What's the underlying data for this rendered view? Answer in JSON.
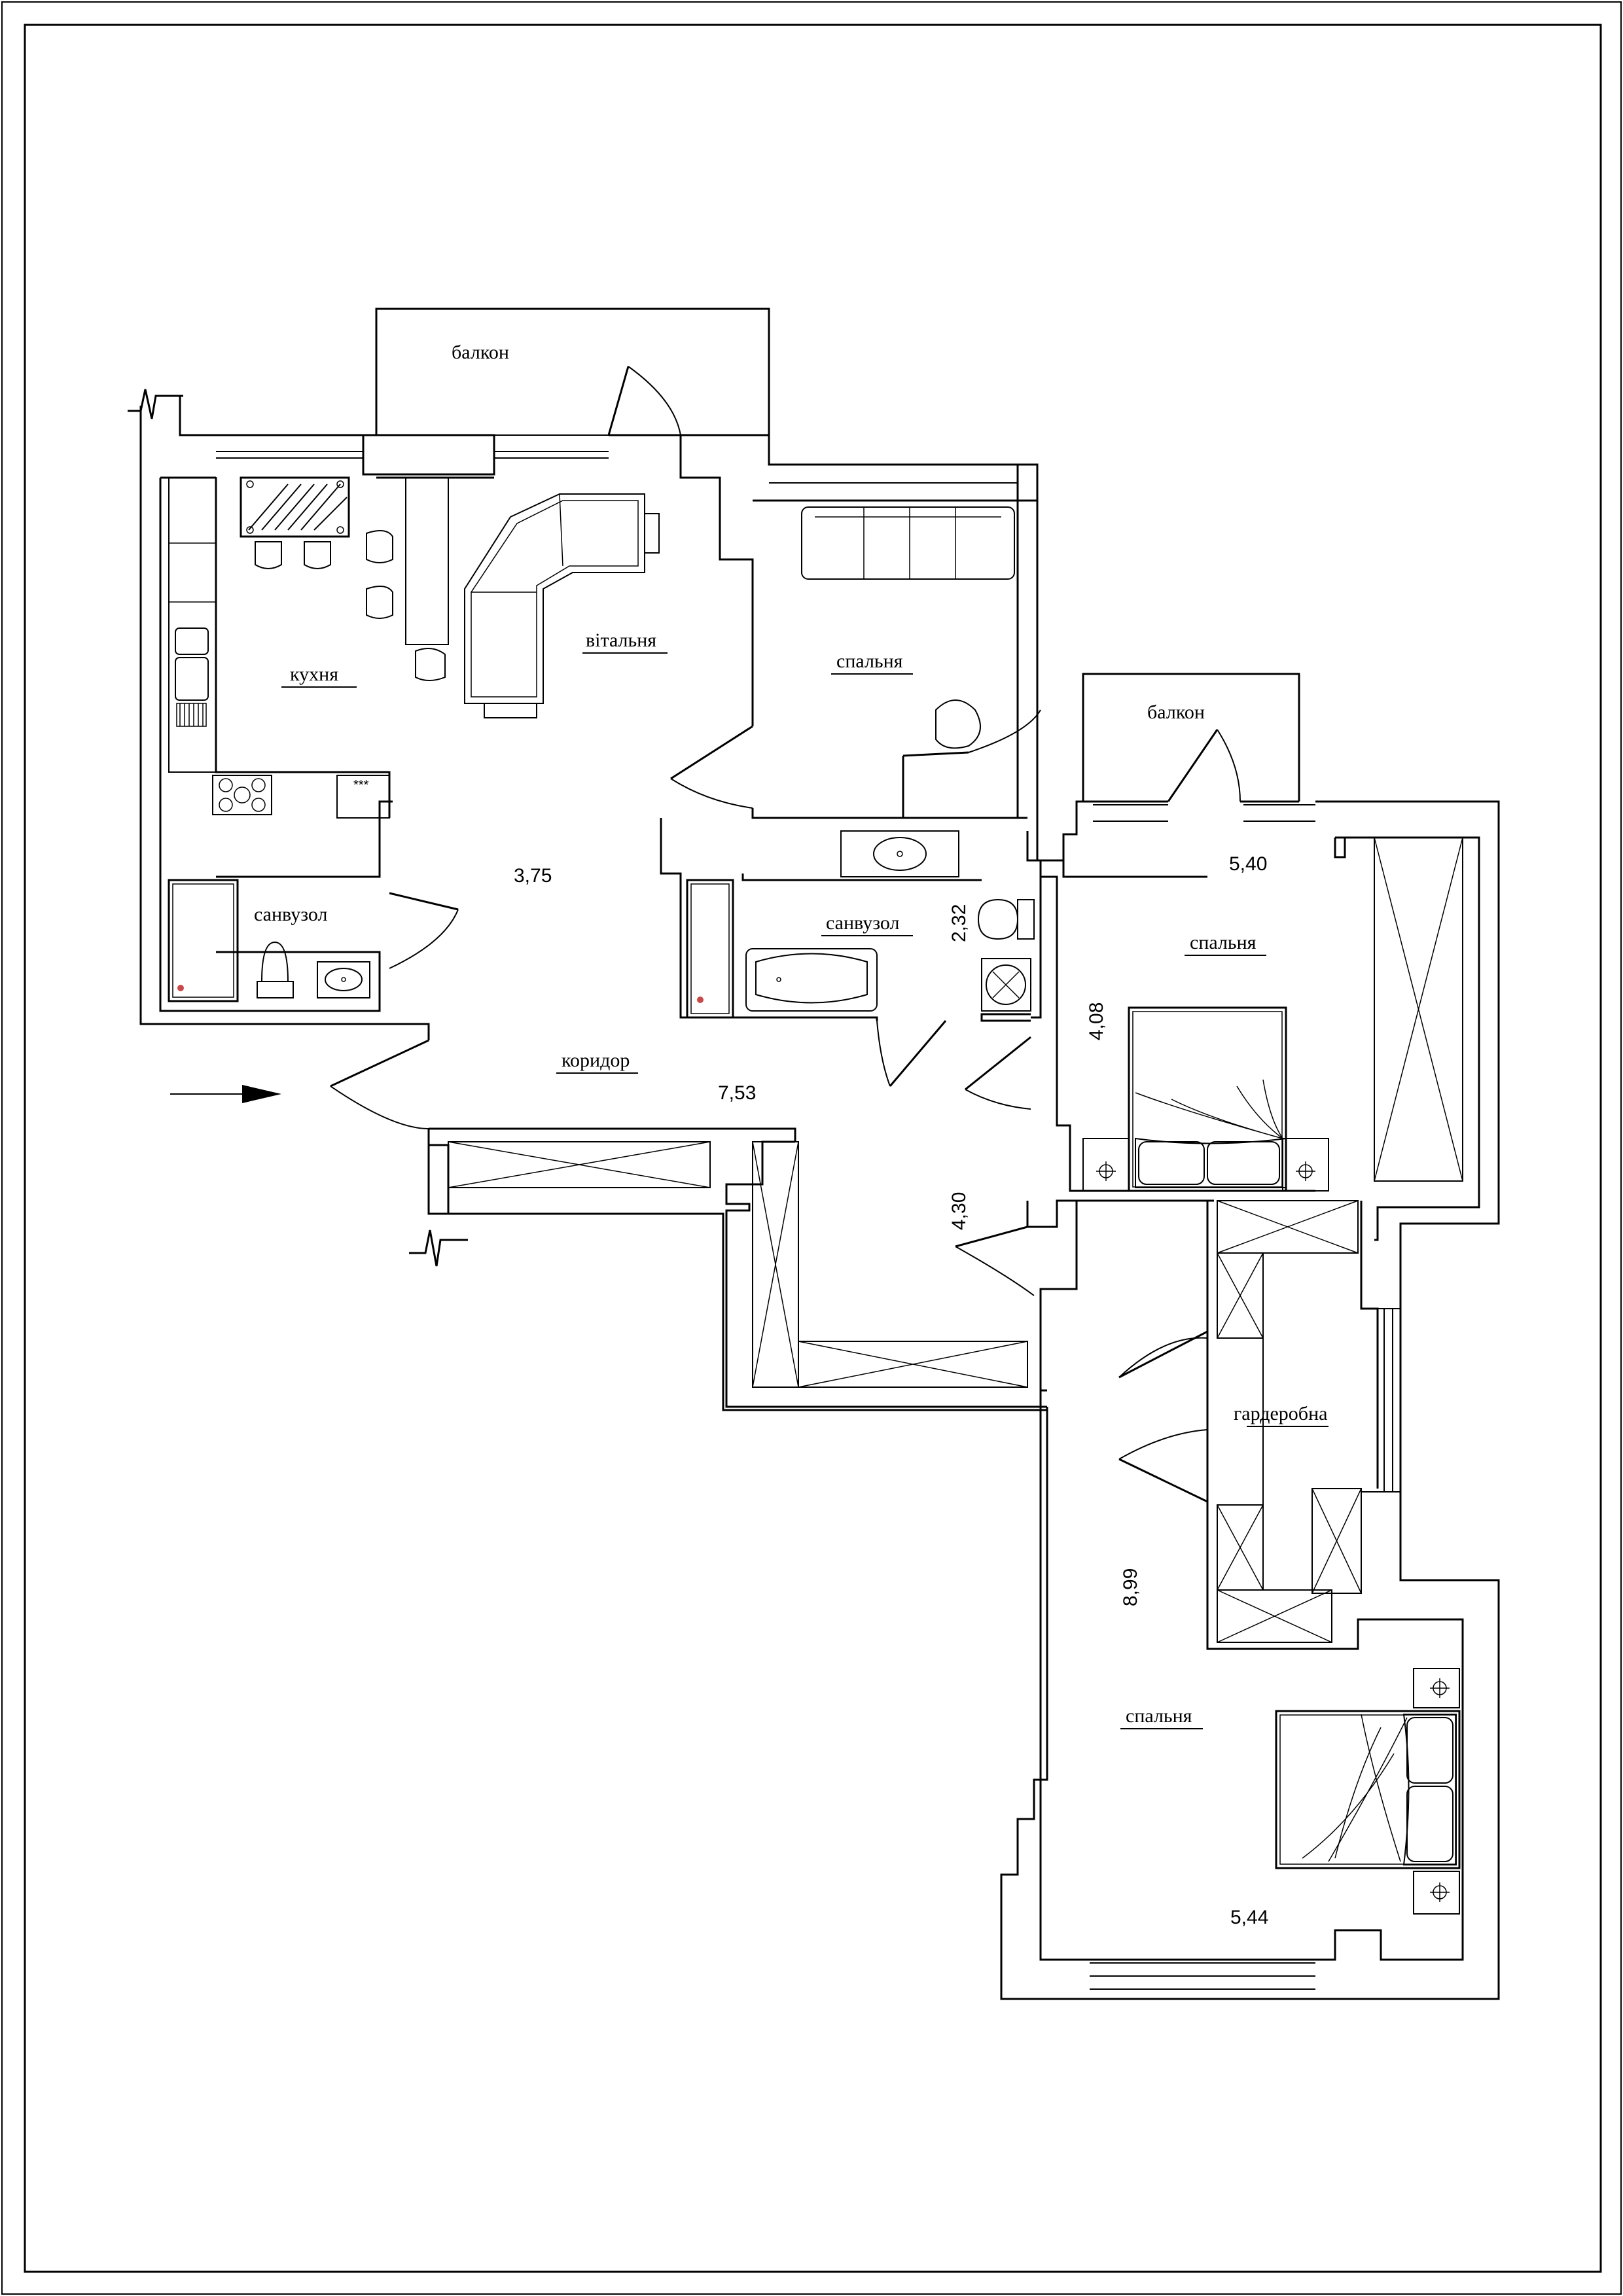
{
  "rooms": {
    "balcony_top": "балкон",
    "balcony_right": "балкон",
    "kitchen": "кухня",
    "living": "вітальня",
    "bedroom_top": "спальня",
    "bathroom_left": "санвузол",
    "bathroom_center": "санвузол",
    "corridor": "коридор",
    "bedroom_right": "спальня",
    "wardrobe": "гардеробна",
    "bedroom_bottom": "спальня"
  },
  "dimensions": {
    "d_375": "3,75",
    "d_753": "7,53",
    "d_232": "2,32",
    "d_408": "4,08",
    "d_430": "4,30",
    "d_540": "5,40",
    "d_899": "8,99",
    "d_544": "5,44"
  },
  "icons": {
    "entrance": "arrow-right-icon",
    "break_line": "break-line-icon"
  }
}
